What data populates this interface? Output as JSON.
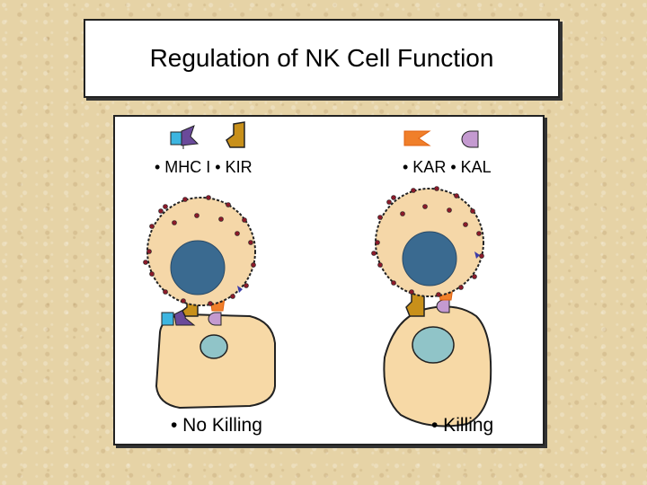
{
  "title": "Regulation of NK Cell Function",
  "legend": {
    "left": "• MHC I  • KIR",
    "right": "• KAR   • KAL"
  },
  "outcomes": {
    "left": "• No Killing",
    "right": "• Killing"
  },
  "colors": {
    "nk_cytoplasm": "#f5d7a8",
    "nk_nucleus": "#3a6a90",
    "granule": "#8b1a2a",
    "target_cell": "#f7d9a6",
    "target_nucleus": "#90c4c8",
    "mhc_blue": "#3db5e0",
    "kir_purple": "#6a4a9a",
    "kar_orange": "#f07f2a",
    "kal_lilac": "#c49ad0",
    "receptor_gold": "#c8901a"
  }
}
